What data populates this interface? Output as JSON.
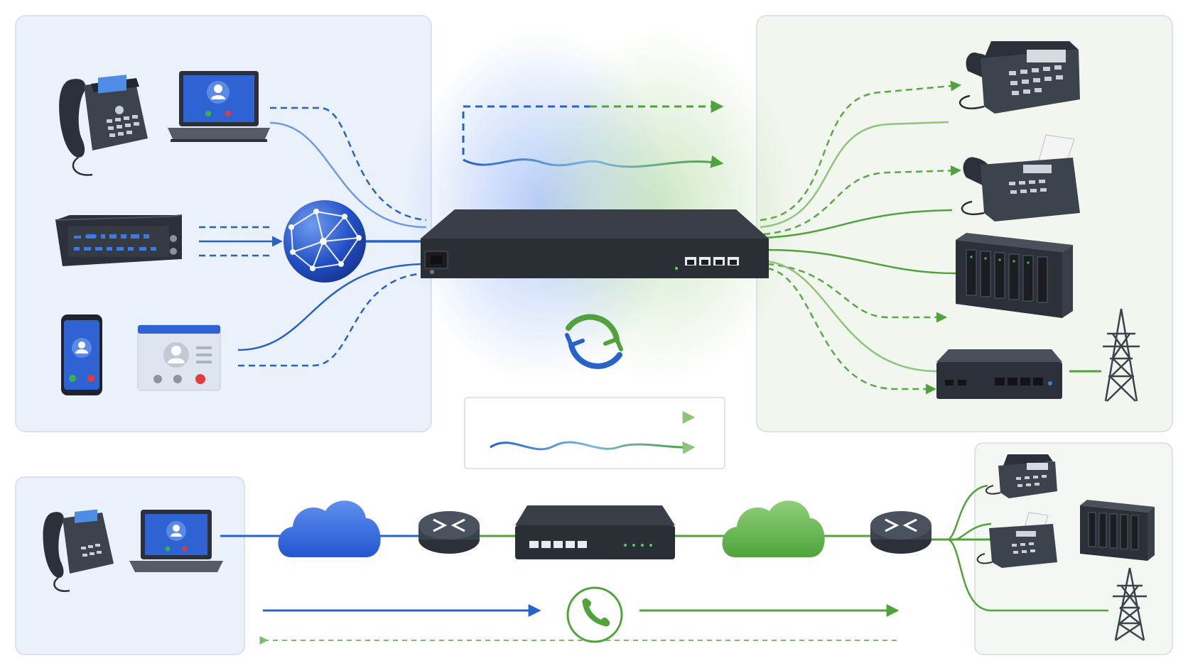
{
  "diagram": {
    "colors": {
      "voip_blue": "#2563c9",
      "pstn_green": "#4fa33a",
      "device_dark": "#2c3038",
      "device_mid": "#3d434d",
      "panel_blue": "#eaf1fb",
      "panel_green": "#f1f6ee",
      "panel_border": "#d4dbe4"
    },
    "regions": [
      {
        "id": "ip-side-panel",
        "side": "voip"
      },
      {
        "id": "pstn-side-panel",
        "side": "pstn"
      },
      {
        "id": "signal-legend-box",
        "side": "legend"
      },
      {
        "id": "bottom-ip-panel",
        "side": "voip"
      },
      {
        "id": "bottom-pstn-panel",
        "side": "pstn"
      }
    ],
    "devices": [
      {
        "id": "ip-desk-phone",
        "icon": "ip-phone-icon",
        "side": "voip"
      },
      {
        "id": "softphone-laptop",
        "icon": "laptop-icon",
        "side": "voip"
      },
      {
        "id": "ip-pbx-rack",
        "icon": "rack-unit-icon",
        "side": "voip"
      },
      {
        "id": "ip-network-globe",
        "icon": "globe-icon",
        "side": "voip"
      },
      {
        "id": "mobile-phone",
        "icon": "smartphone-icon",
        "side": "voip"
      },
      {
        "id": "video-call-window",
        "icon": "video-call-icon",
        "side": "voip"
      },
      {
        "id": "voip-gateway",
        "icon": "gateway-icon",
        "side": "center"
      },
      {
        "id": "conversion-arrows",
        "icon": "sync-arrows-icon",
        "side": "center"
      },
      {
        "id": "analog-desk-phone",
        "icon": "analog-phone-icon",
        "side": "pstn"
      },
      {
        "id": "fax-machine",
        "icon": "fax-icon",
        "side": "pstn"
      },
      {
        "id": "legacy-pbx-cabinet",
        "icon": "server-cabinet-icon",
        "side": "pstn"
      },
      {
        "id": "fxo-adapter-box",
        "icon": "adapter-box-icon",
        "side": "pstn"
      },
      {
        "id": "telephone-pole",
        "icon": "pylon-icon",
        "side": "pstn"
      },
      {
        "id": "bottom-ip-phone",
        "icon": "ip-phone-icon",
        "side": "voip"
      },
      {
        "id": "bottom-laptop",
        "icon": "laptop-icon",
        "side": "voip"
      },
      {
        "id": "ip-cloud",
        "icon": "cloud-icon",
        "side": "voip"
      },
      {
        "id": "ip-router",
        "icon": "router-icon",
        "side": "voip"
      },
      {
        "id": "bottom-gateway",
        "icon": "gateway-icon",
        "side": "center"
      },
      {
        "id": "pstn-cloud",
        "icon": "cloud-icon",
        "side": "pstn"
      },
      {
        "id": "pstn-router",
        "icon": "router-icon",
        "side": "pstn"
      },
      {
        "id": "bottom-analog-phone",
        "icon": "analog-phone-icon",
        "side": "pstn"
      },
      {
        "id": "bottom-fax",
        "icon": "fax-icon",
        "side": "pstn"
      },
      {
        "id": "bottom-cabinet",
        "icon": "server-cabinet-icon",
        "side": "pstn"
      },
      {
        "id": "bottom-pylon",
        "icon": "pylon-icon",
        "side": "pstn"
      },
      {
        "id": "call-handset-badge",
        "icon": "phone-handset-icon",
        "side": "center"
      }
    ],
    "connections": [
      {
        "from": "softphone-laptop",
        "to": "voip-gateway",
        "style": "dashed"
      },
      {
        "from": "softphone-laptop",
        "to": "voip-gateway",
        "style": "solid"
      },
      {
        "from": "ip-pbx-rack",
        "to": "ip-network-globe",
        "style": "dashed"
      },
      {
        "from": "ip-pbx-rack",
        "to": "ip-network-globe",
        "style": "solid"
      },
      {
        "from": "ip-network-globe",
        "to": "voip-gateway",
        "style": "solid"
      },
      {
        "from": "video-call-window",
        "to": "voip-gateway",
        "style": "solid"
      },
      {
        "from": "video-call-window",
        "to": "voip-gateway",
        "style": "dashed"
      },
      {
        "from": "voip-gateway",
        "to": "analog-desk-phone",
        "style": "dashed"
      },
      {
        "from": "voip-gateway",
        "to": "analog-desk-phone",
        "style": "solid"
      },
      {
        "from": "voip-gateway",
        "to": "fax-machine",
        "style": "dashed"
      },
      {
        "from": "voip-gateway",
        "to": "fax-machine",
        "style": "solid"
      },
      {
        "from": "voip-gateway",
        "to": "legacy-pbx-cabinet",
        "style": "solid"
      },
      {
        "from": "voip-gateway",
        "to": "legacy-pbx-cabinet",
        "style": "dashed"
      },
      {
        "from": "voip-gateway",
        "to": "fxo-adapter-box",
        "style": "solid"
      },
      {
        "from": "voip-gateway",
        "to": "fxo-adapter-box",
        "style": "dashed"
      },
      {
        "from": "fxo-adapter-box",
        "to": "telephone-pole",
        "style": "solid"
      },
      {
        "from": "bottom-laptop",
        "to": "ip-cloud",
        "style": "solid"
      },
      {
        "from": "ip-cloud",
        "to": "ip-router",
        "style": "solid"
      },
      {
        "from": "ip-router",
        "to": "bottom-gateway",
        "style": "solid"
      },
      {
        "from": "bottom-gateway",
        "to": "pstn-cloud",
        "style": "solid"
      },
      {
        "from": "pstn-cloud",
        "to": "pstn-router",
        "style": "solid"
      },
      {
        "from": "pstn-router",
        "to": "bottom-analog-phone",
        "style": "solid"
      },
      {
        "from": "pstn-router",
        "to": "bottom-fax",
        "style": "solid"
      },
      {
        "from": "pstn-router",
        "to": "bottom-pylon",
        "style": "solid"
      }
    ],
    "signal_types": [
      "signaling-dashed",
      "media-wave"
    ],
    "call_flow": {
      "outbound": "solid",
      "return": "dashed"
    }
  }
}
